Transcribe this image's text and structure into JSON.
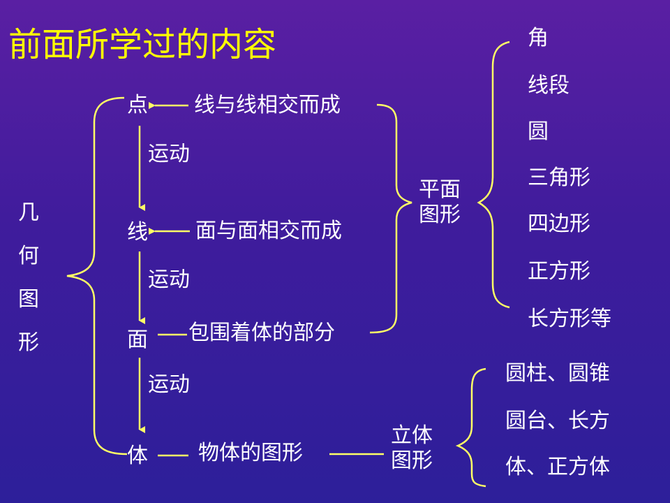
{
  "title": "前面所学过的内容",
  "geometry_label": [
    "几",
    "何",
    "图",
    "形"
  ],
  "chain": {
    "point": {
      "label": "点",
      "desc": "线与线相交而成"
    },
    "line": {
      "label": "线",
      "desc": "面与面相交而成"
    },
    "surface": {
      "label": "面",
      "desc": "包围着体的部分"
    },
    "solid": {
      "label": "体",
      "desc": "物体的图形"
    },
    "motion": "运动"
  },
  "plane": {
    "label": [
      "平面",
      "图形"
    ],
    "items": [
      "角",
      "线段",
      "圆",
      "三角形",
      "四边形",
      "正方形",
      "长方形等"
    ]
  },
  "solid_group": {
    "label": [
      "立体",
      "图形"
    ],
    "items": [
      "圆柱、圆锥",
      "圆台、长方",
      "体、正方体"
    ]
  },
  "colors": {
    "background": "#3f1c9c",
    "title": "#ffff00",
    "text": "#ffffff",
    "lines": "#ffff66"
  }
}
